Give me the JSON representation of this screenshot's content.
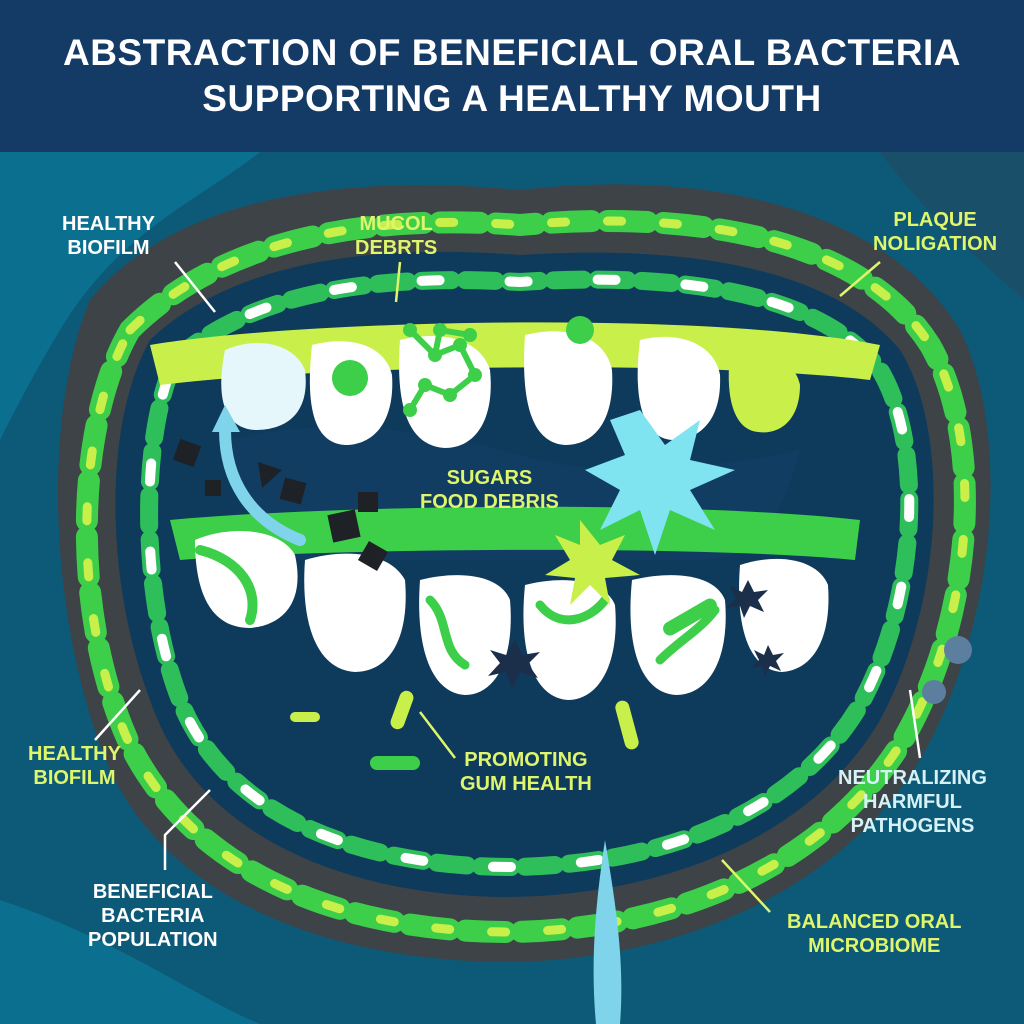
{
  "title": {
    "line1": "ABSTRACTION OF BENEFICIAL ORAL BACTERIA",
    "line2": "SUPPORTING A HEALTHY MOUTH"
  },
  "labels": {
    "healthy_biofilm_top": {
      "line1": "HEALTHY",
      "line2": "BIOFILM"
    },
    "mucol_debris": {
      "line1": "MUCOL",
      "line2": "DEBRTS"
    },
    "plaque_noligation": {
      "line1": "PLAQUE",
      "line2": "NOLIGATION"
    },
    "sugars_food_debris": {
      "line1": "SUGARS",
      "line2": "FOOD DEBRIS"
    },
    "healthy_biofilm_left": {
      "line1": "HEALTHY",
      "line2": "BIOFILM"
    },
    "promoting_gum_health": {
      "line1": "PROMOTING",
      "line2": "GUM HEALTH"
    },
    "neutralizing_pathogens": {
      "line1": "NEUTRALIZING",
      "line2": "HARMFUL",
      "line3": "PATHOGENS"
    },
    "beneficial_bacteria": {
      "line1": "BENEFICIAL",
      "line2": "BACTERIA",
      "line3": "POPULATION"
    },
    "balanced_microbiome": {
      "line1": "BALANCED ORAL",
      "line2": "MICROBIOME"
    }
  },
  "colors": {
    "header_bg": "#143a66",
    "background_teal": "#0d5a78",
    "lip_dark": "#3d4347",
    "mouth_navy": "#0e3a5c",
    "bacteria_green": "#3ecf4a",
    "bacteria_lime": "#c9f04a",
    "tooth_white": "#ffffff",
    "label_white": "#ffffff",
    "label_lime": "#dff56b"
  }
}
